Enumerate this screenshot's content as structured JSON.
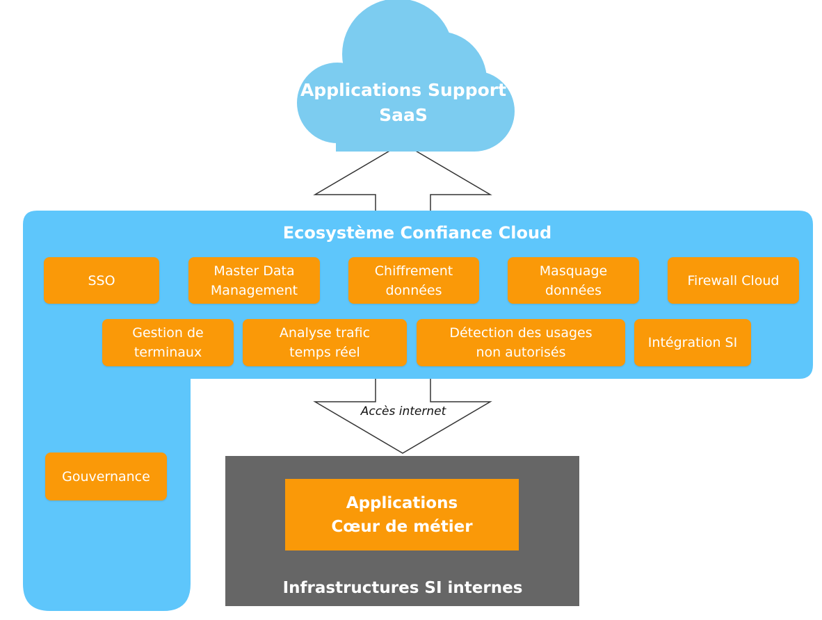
{
  "colors": {
    "cloud": "#7cccf0",
    "ecosystem": "#5ec6fb",
    "service_box": "#fa9908",
    "infrastructure": "#666666",
    "text_light": "#ffffff",
    "arrow_stroke": "#333333"
  },
  "cloud": {
    "title": "Applications Support\nSaaS"
  },
  "ecosystem": {
    "title": "Ecosystème Confiance Cloud",
    "services_row1": [
      "SSO",
      "Master Data\nManagement",
      "Chiffrement\ndonnées",
      "Masquage\ndonnées",
      "Firewall Cloud"
    ],
    "services_row2": [
      "Gestion de\nterminaux",
      "Analyse trafic\ntemps réel",
      "Détection des usages\nnon autorisés",
      "Intégration SI"
    ],
    "governance": "Gouvernance"
  },
  "arrow_down_label": "Accès internet",
  "infrastructure": {
    "title": "Infrastructures SI internes",
    "core_app": "Applications\nCœur de métier"
  }
}
